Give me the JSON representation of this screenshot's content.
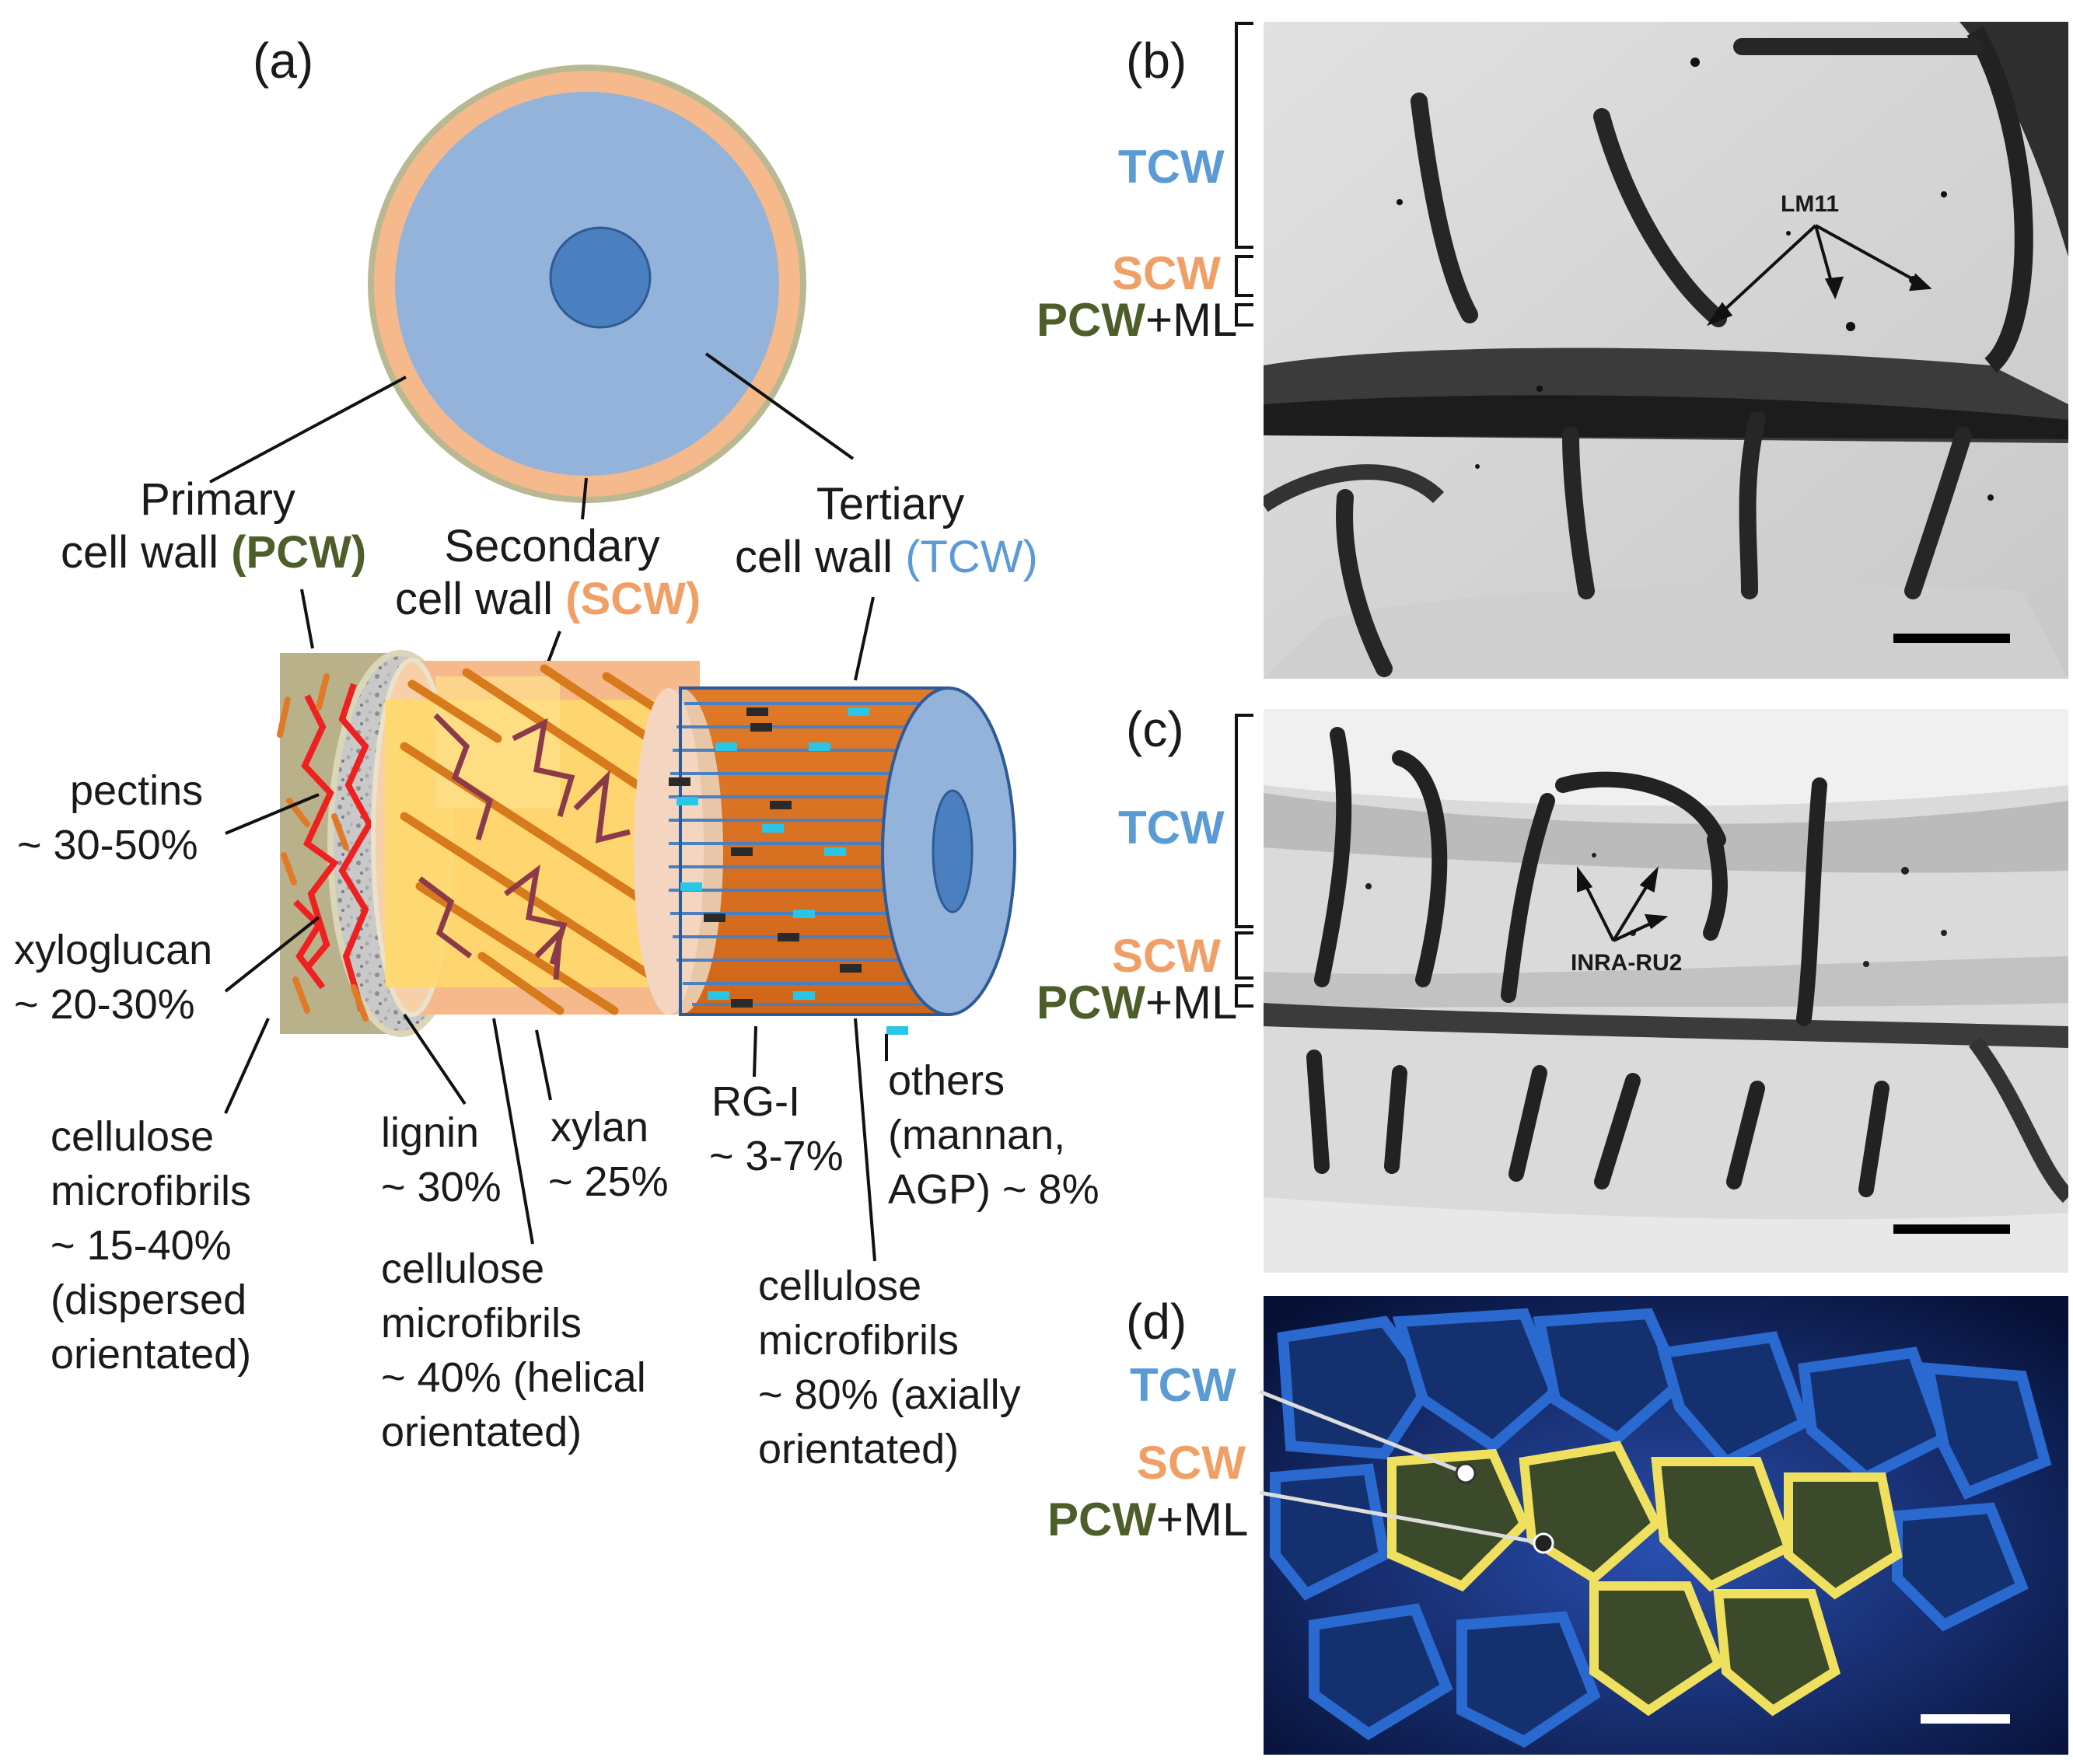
{
  "panels": {
    "a": "(a)",
    "b": "(b)",
    "c": "(c)",
    "d": "(d)"
  },
  "walls": {
    "primary_line1": "Primary",
    "primary_line2": "cell wall",
    "primary_abbr": "(PCW)",
    "secondary_line1": "Secondary",
    "secondary_line2": "cell wall",
    "secondary_abbr": "(SCW)",
    "tertiary_line1": "Tertiary",
    "tertiary_line2": "cell wall",
    "tertiary_abbr": "(TCW)"
  },
  "components": {
    "pectins": [
      "pectins",
      "~ 30-50%"
    ],
    "xyloglucan": [
      "xyloglucan",
      "~ 20-30%"
    ],
    "cellulose_pcw": [
      "cellulose",
      "microfibrils",
      "~ 15-40%",
      "(dispersed",
      "orientated)"
    ],
    "lignin": [
      "lignin",
      "~ 30%"
    ],
    "xylan": [
      "xylan",
      "~ 25%"
    ],
    "cellulose_scw": [
      "cellulose",
      "microfibrils",
      "~ 40% (helical",
      "orientated)"
    ],
    "rgi": [
      "RG-I",
      "~ 3-7%"
    ],
    "others": [
      "others",
      "(mannan,",
      "AGP) ~ 8%"
    ],
    "cellulose_tcw": [
      "cellulose",
      "microfibrils",
      "~ 80% (axially",
      "orientated)"
    ]
  },
  "micrograph_labels": {
    "tcw": "TCW",
    "scw": "SCW",
    "pcw": "PCW",
    "ml_suffix": "+ML",
    "lm11": "LM11",
    "inra": "INRA-RU2"
  },
  "colors": {
    "pcw": "#4d5e2a",
    "scw": "#f0a066",
    "tcw": "#5b9bd5",
    "tcw_fill": "#93b3da",
    "scw_fill": "#f6b98c",
    "core": "#4a7fc0"
  }
}
